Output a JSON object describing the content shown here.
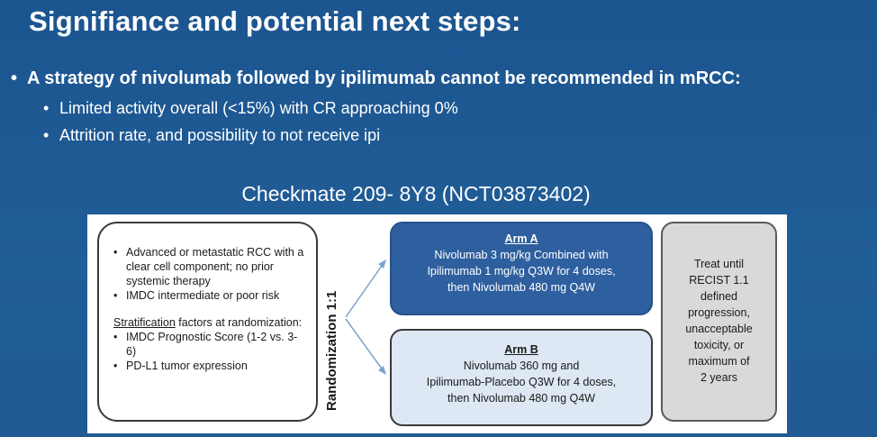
{
  "slide": {
    "title": "Signifiance and potential next steps:",
    "bullet_main": "A strategy of nivolumab followed by ipilimumab cannot be recommended in mRCC:",
    "sub_bullets": [
      "Limited activity overall (<15%) with CR approaching 0%",
      "Attrition rate, and possibility to not receive ipi"
    ],
    "study_title": "Checkmate 209- 8Y8 (NCT03873402)"
  },
  "diagram": {
    "eligibility": [
      "Advanced or metastatic RCC with a clear cell component; no prior systemic therapy",
      "IMDC intermediate or poor risk"
    ],
    "stratification_head_underlined": "Stratification",
    "stratification_head_rest": " factors at randomization:",
    "stratification_items": [
      "IMDC Prognostic Score (1-2 vs. 3-6)",
      "PD-L1 tumor expression"
    ],
    "randomization_label": "Randomization 1:1",
    "arm_a": {
      "label": "Arm A",
      "lines": [
        "Nivolumab 3 mg/kg Combined with",
        "Ipilimumab 1 mg/kg Q3W for 4 doses,",
        "then Nivolumab 480 mg Q4W"
      ]
    },
    "arm_b": {
      "label": "Arm B",
      "lines": [
        "Nivolumab 360 mg and",
        "Ipilimumab-Placebo Q3W for 4 doses,",
        "then Nivolumab 480 mg Q4W"
      ]
    },
    "treatment_lines": [
      "Treat until",
      "RECIST 1.1",
      "defined",
      "progression,",
      "unacceptable",
      "toxicity, or",
      "maximum of",
      "2 years"
    ]
  },
  "colors": {
    "background": "#1f5a94",
    "arm_a_fill": "#2e5f9e",
    "arm_b_fill": "#dde8f4",
    "treat_fill": "#d9d9d9",
    "arrow": "#7aa3cc"
  },
  "icons": {
    "arrow_up": "arrow-up-right-icon",
    "arrow_down": "arrow-down-right-icon"
  }
}
